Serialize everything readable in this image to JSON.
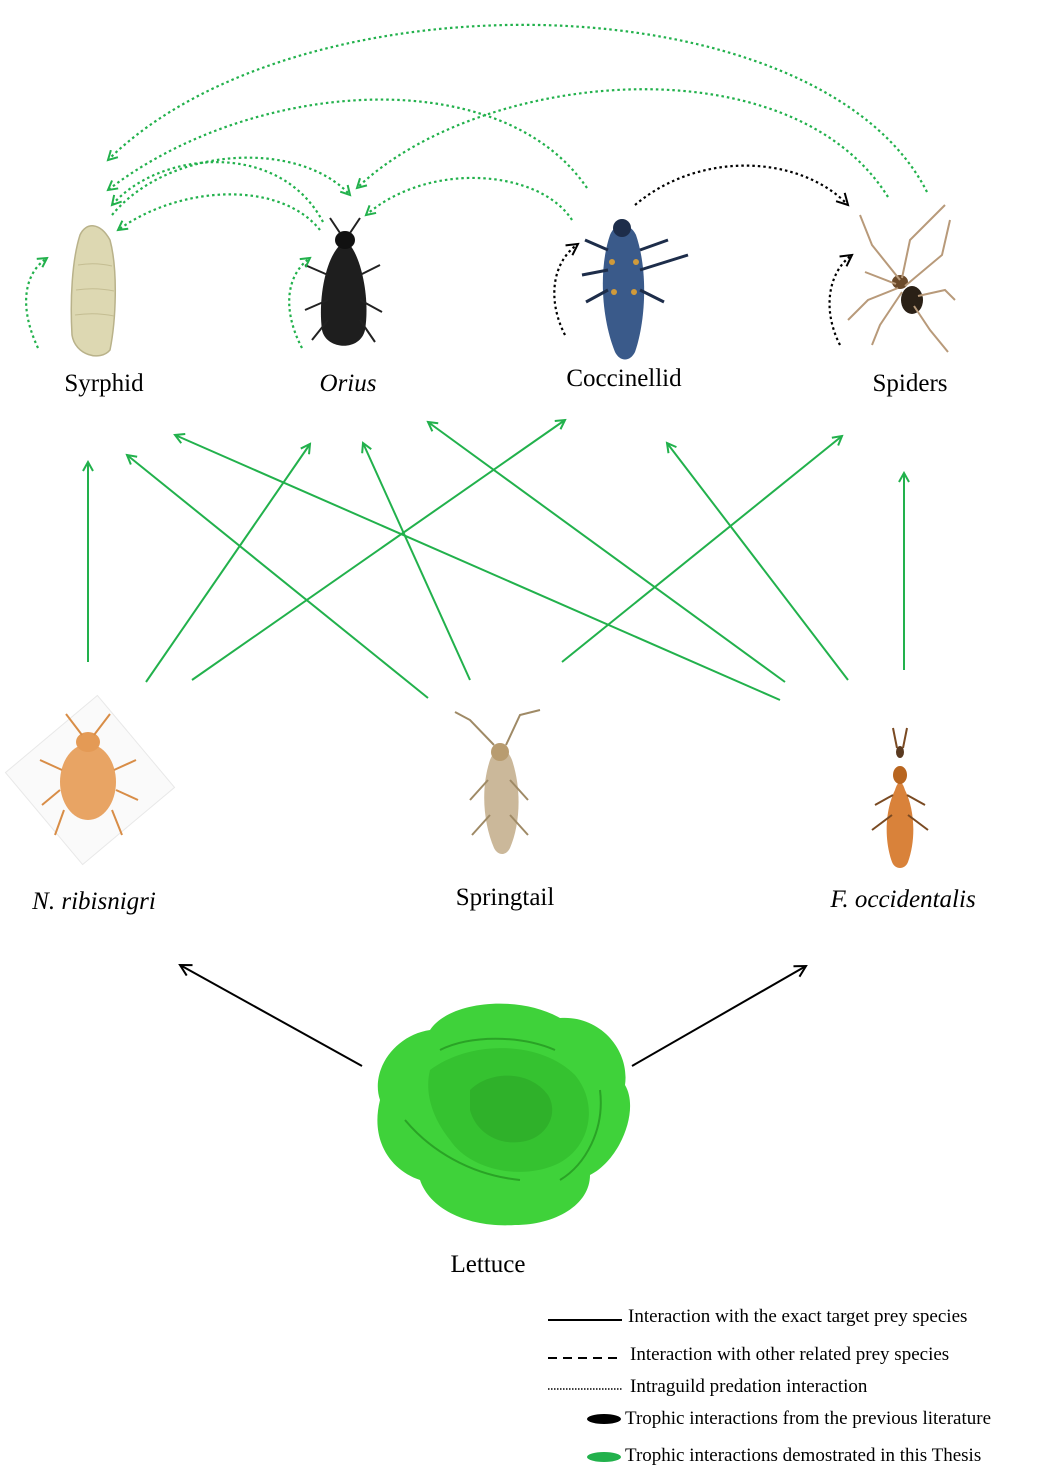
{
  "colors": {
    "green": "#22b14c",
    "black": "#000000",
    "lettuce": "#3fd23a"
  },
  "nodes": {
    "syrphid": "Syrphid",
    "orius": "Orius",
    "coccinellid": "Coccinellid",
    "spiders": "Spiders",
    "n_ribisnigri": "N. ribisnigri",
    "springtail": "Springtail",
    "f_occidentalis": "F. occidentalis",
    "lettuce": "Lettuce"
  },
  "legend": {
    "solid": "Interaction with the exact target prey species",
    "dashed": "Interaction  with other related prey species",
    "dotted": "Intraguild predation interaction",
    "black_ellipse": "Trophic interactions from the previous literature",
    "green_ellipse": "Trophic interactions demostrated in this Thesis"
  }
}
